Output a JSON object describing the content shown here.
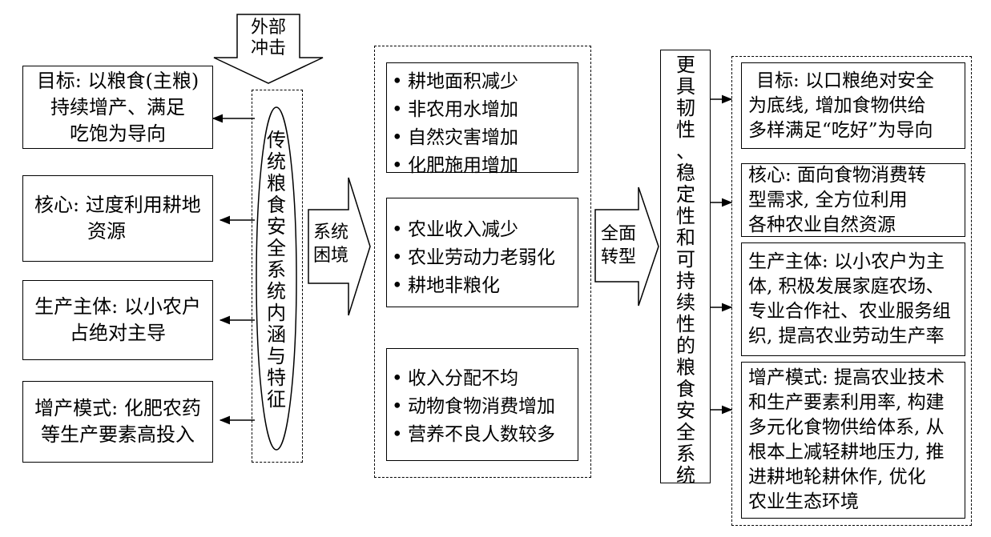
{
  "external_shock": [
    "外部",
    "冲击"
  ],
  "left_boxes": [
    {
      "lines": [
        "目标: 以粮食(主粮)",
        "持续增产、满足",
        "吃饱为导向"
      ]
    },
    {
      "lines": [
        "核心: 过度利用耕地",
        "资源"
      ]
    },
    {
      "lines": [
        "生产主体: 以小农户",
        "占绝对主导"
      ]
    },
    {
      "lines": [
        "增产模式: 化肥农药",
        "等生产要素高投入"
      ]
    }
  ],
  "traditional_system": "传统粮食安全系统内涵与特征",
  "arrow_system_dilemma": [
    "系统",
    "困境"
  ],
  "dilemma_groups": [
    [
      "耕地面积减少",
      "非农用水增加",
      "自然灾害增加",
      "化肥施用增加"
    ],
    [
      "农业收入减少",
      "农业劳动力老弱化",
      "耕地非粮化"
    ],
    [
      "收入分配不均",
      "动物食物消费增加",
      "营养不良人数较多"
    ]
  ],
  "arrow_transformation": [
    "全面",
    "转型"
  ],
  "resilient_system": "更具韧性、稳定性和可持续性的粮食安全系统",
  "right_boxes": [
    {
      "lines": [
        "目标: 以口粮绝对安全",
        "为底线, 增加食物供给",
        "多样满足“吃好”为导向"
      ]
    },
    {
      "lines": [
        "核心: 面向食物消费转",
        "型需求, 全方位利用",
        "各种农业自然资源"
      ]
    },
    {
      "lines": [
        "生产主体: 以小农户为主",
        "体, 积极发展家庭农场、",
        "专业合作社、农业服务组",
        "织, 提高农业劳动生产率"
      ]
    },
    {
      "lines": [
        "增产模式: 提高农业技术",
        "和生产要素利用率, 构建",
        "多元化食物供给体系, 从",
        "根本上减轻耕地压力, 推",
        "进耕地轮耕休作, 优化",
        "农业生态环境"
      ]
    }
  ]
}
